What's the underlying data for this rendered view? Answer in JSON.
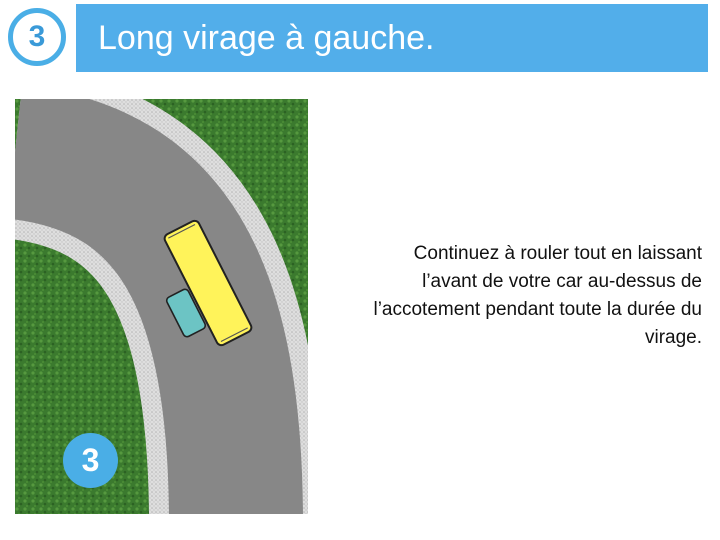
{
  "step": {
    "number": "3"
  },
  "header": {
    "title": "Long virage à gauche."
  },
  "illustration": {
    "badge": "3"
  },
  "instruction": {
    "lines": [
      "Continuez à rouler tout en laissant",
      "l’avant de votre car au-dessus de",
      "l’accotement pendant toute la durée du",
      "virage."
    ]
  },
  "colors": {
    "accent": "#52aeea",
    "grass": "#3b7a2e",
    "road": "#878787",
    "shoulder": "#d9d9d9",
    "bus": "#fff35a",
    "car": "#6cc4c4"
  }
}
